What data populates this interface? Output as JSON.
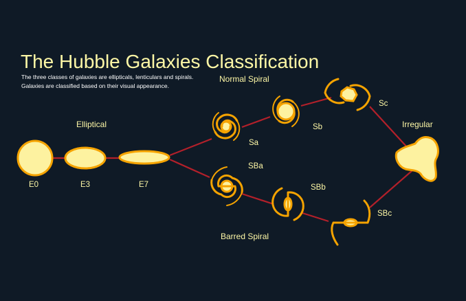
{
  "header": {
    "title": "The Hubble Galaxies Classification",
    "subtitle_line1": "The three classes of galaxies are ellipticals, lenticulars and spirals.",
    "subtitle_line2": "Galaxies are classified based on their visual appearance."
  },
  "groups": {
    "elliptical": "Elliptical",
    "normal_spiral": "Normal Spiral",
    "barred_spiral": "Barred Spiral",
    "irregular": "Irregular"
  },
  "galaxies": {
    "e0": "E0",
    "e3": "E3",
    "e7": "E7",
    "sa": "Sa",
    "sb": "Sb",
    "sc": "Sc",
    "sba": "SBa",
    "sbb": "SBb",
    "sbc": "SBc"
  },
  "colors": {
    "background": "#0f1a26",
    "galaxy_fill": "#fdf2a0",
    "galaxy_outline": "#f5a300",
    "connector": "#b3202a",
    "text": "#fdf7a6"
  }
}
